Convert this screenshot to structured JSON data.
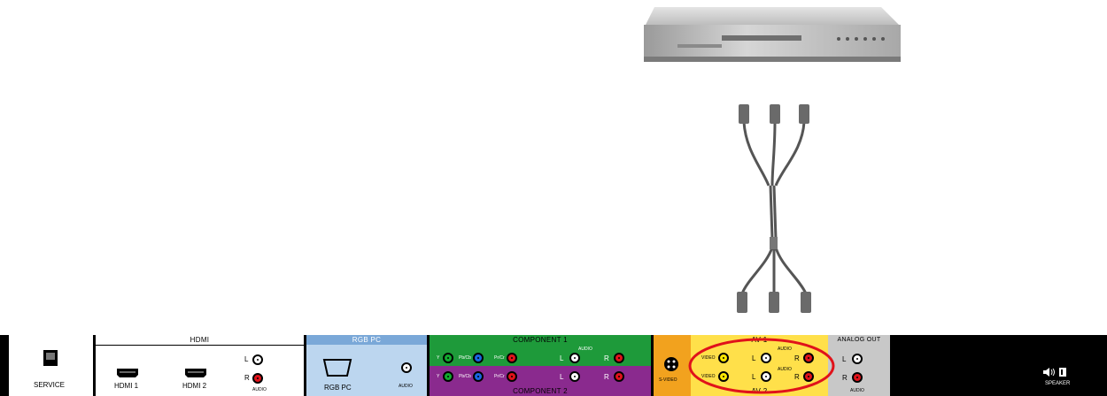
{
  "panel": {
    "service": {
      "label": "SERVICE"
    },
    "hdmi": {
      "header": "HDMI",
      "port1": "HDMI 1",
      "port2": "HDMI 2",
      "audio_l": "L",
      "audio_r": "R",
      "audio": "AUDIO"
    },
    "rgb_pc": {
      "header": "RGB PC",
      "port": "RGB PC",
      "audio": "AUDIO"
    },
    "component1": {
      "header": "COMPONENT 1",
      "y": "Y",
      "pb": "Pb/Cb",
      "pr": "Pr/Cr",
      "l": "L",
      "r": "R",
      "audio": "AUDIO"
    },
    "component2": {
      "header": "COMPONENT 2",
      "y": "Y",
      "pb": "Pb/Cb",
      "pr": "Pr/Cr",
      "l": "L",
      "r": "R"
    },
    "svideo": {
      "label": "S-VIDEO"
    },
    "av1": {
      "header": "AV 1",
      "video": "VIDEO",
      "l": "L",
      "r": "R",
      "audio": "AUDIO"
    },
    "av2": {
      "header": "AV 2",
      "video": "VIDEO",
      "l": "L",
      "r": "R",
      "audio": "AUDIO"
    },
    "analog_out": {
      "header": "ANALOG OUT",
      "l": "L",
      "r": "R",
      "audio": "AUDIO"
    },
    "speaker": {
      "label": "SPEAKER"
    }
  },
  "colors": {
    "hdmi_bg": "#ffffff",
    "rgb_bg": "#bcd6ef",
    "rgb_header": "#7aa8d8",
    "component1_bg": "#1e9a3a",
    "component2_bg": "#8a2a8e",
    "svideo_bg": "#f2a21e",
    "av_bg": "#ffe04a",
    "analog_bg": "#c8c8c8",
    "highlight": "#e0121a"
  }
}
